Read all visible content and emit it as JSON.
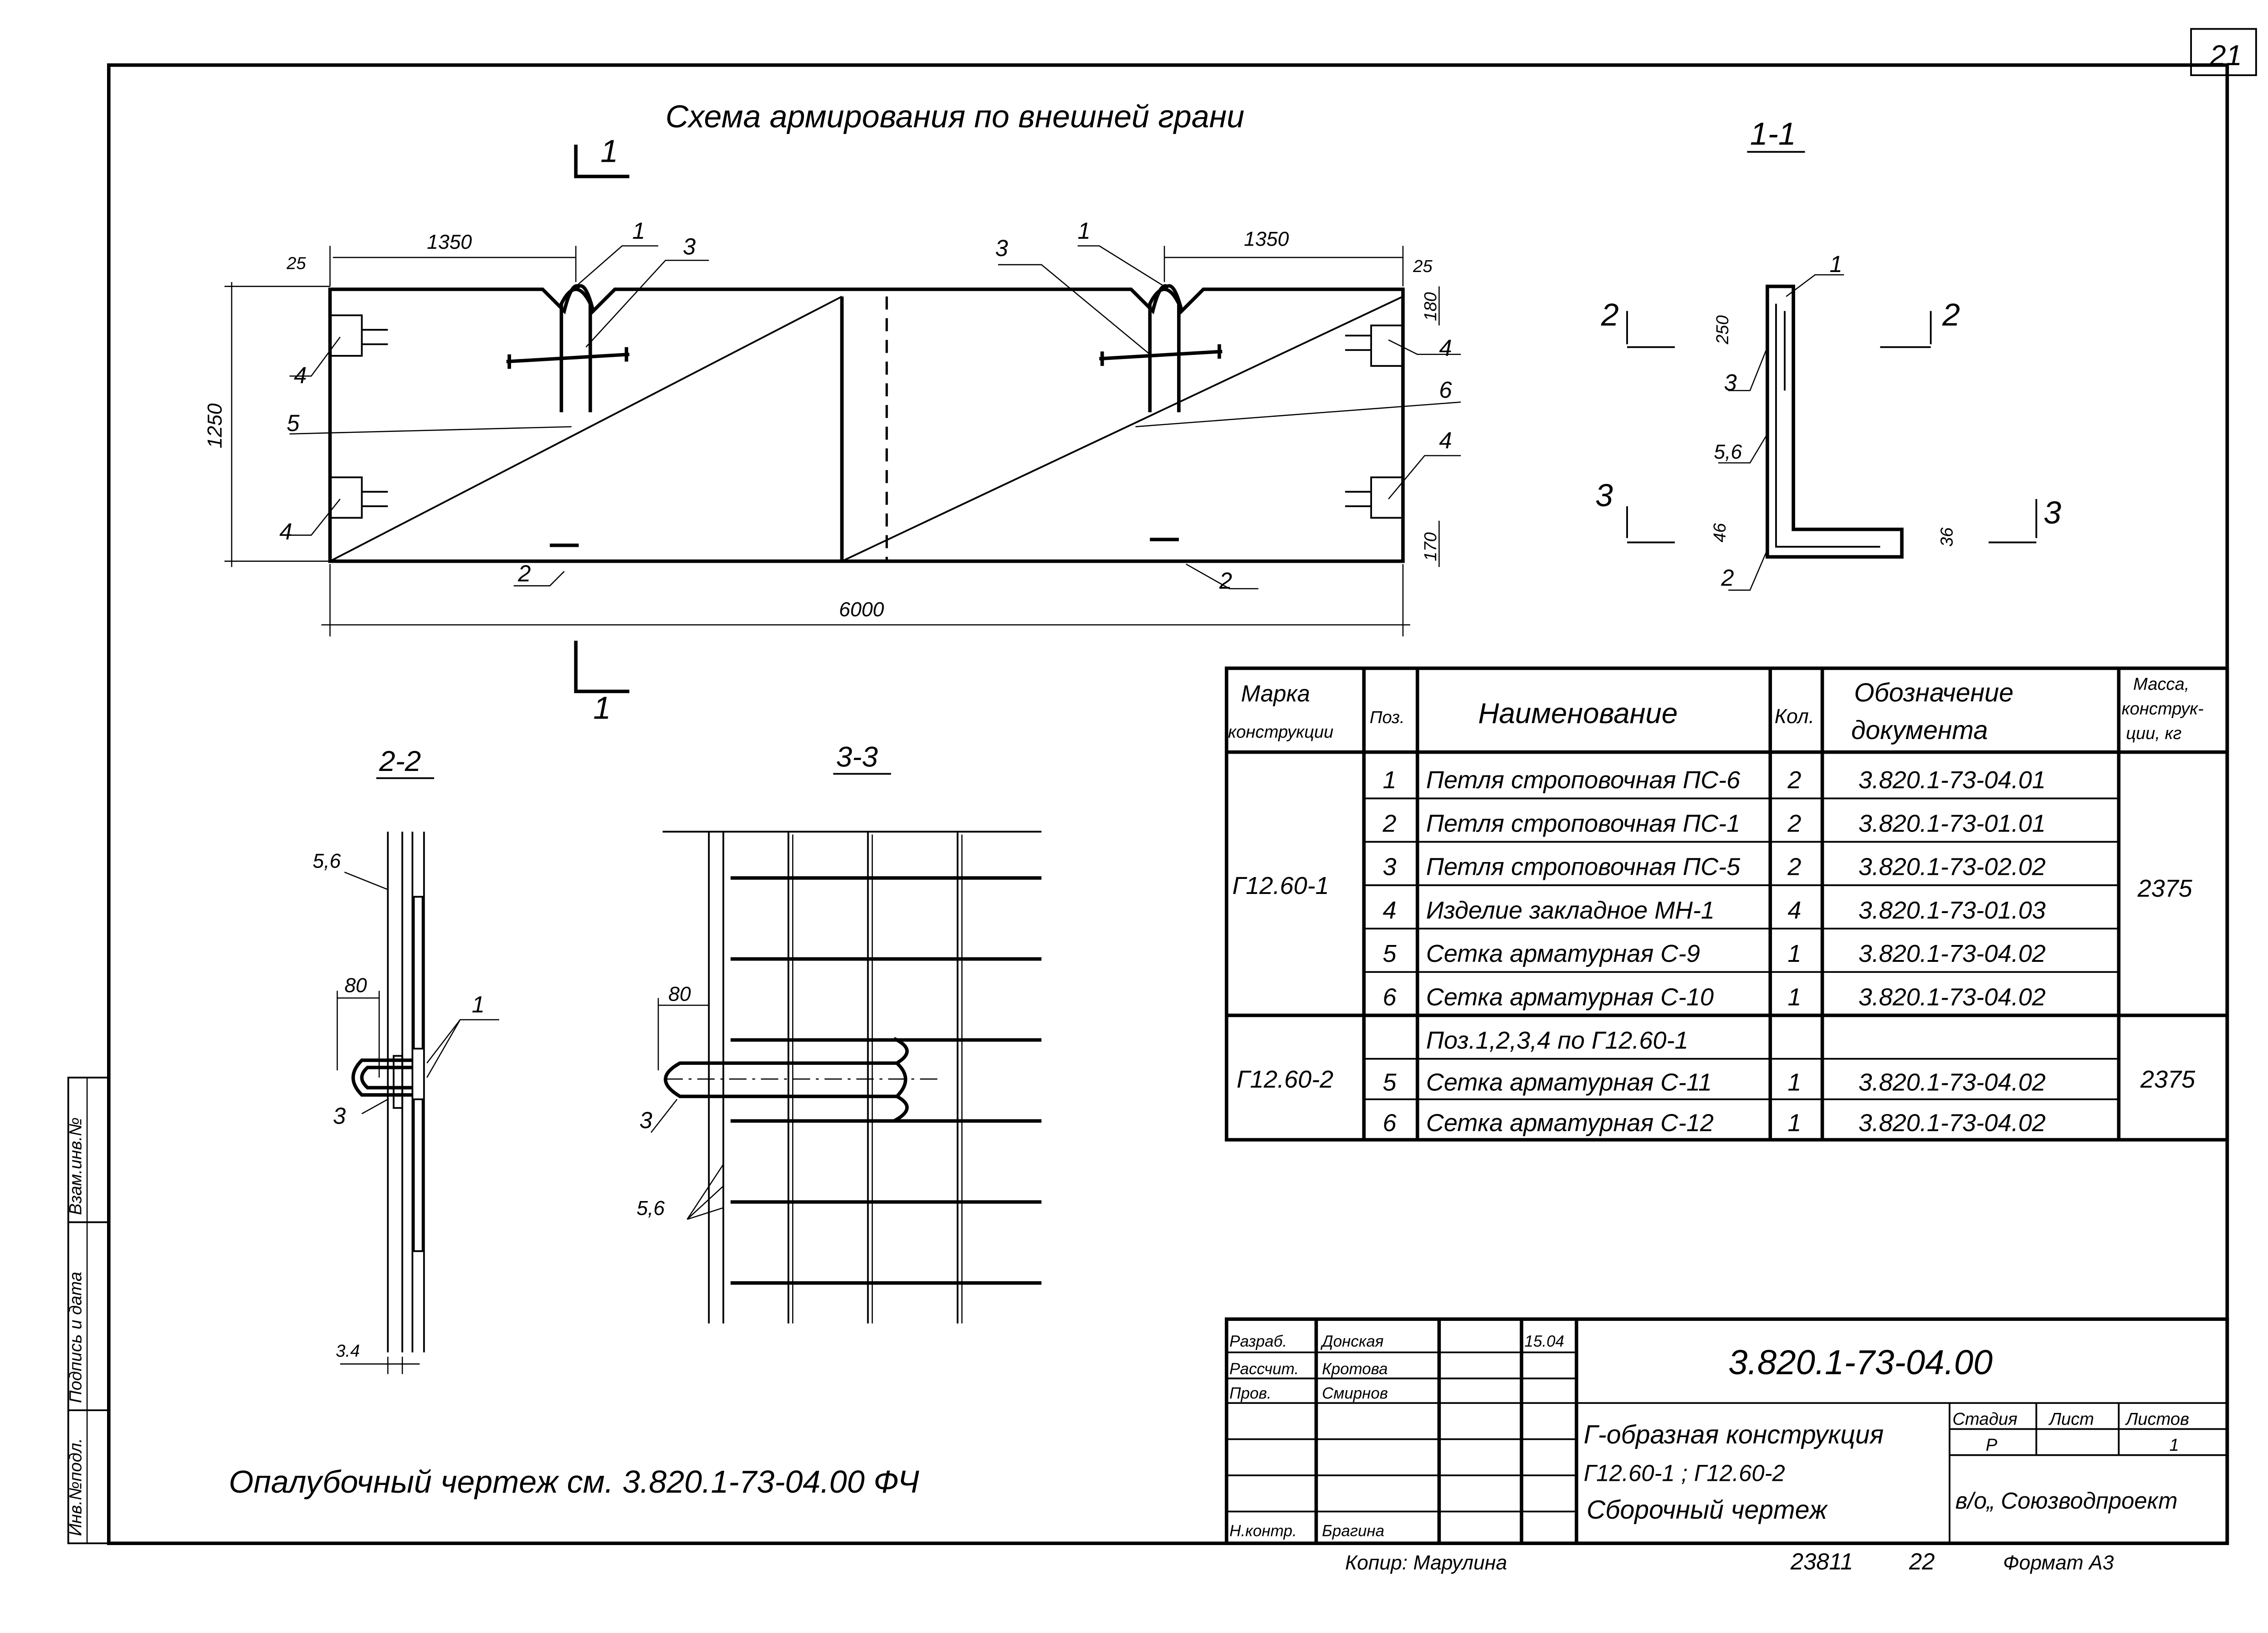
{
  "sheet_number": "21",
  "main_title": "Схема армирования по внешней грани",
  "elevation": {
    "dims": {
      "total_length": "6000",
      "height": "1250",
      "loop_offset_left": "1350",
      "loop_offset_right": "1350",
      "edge_left": "25",
      "edge_right": "25",
      "top_insert": "180",
      "bottom_insert": "170"
    },
    "section_mark": "1",
    "callouts": {
      "p1": "1",
      "p2": "2",
      "p3": "3",
      "p4": "4",
      "p5": "5",
      "p6": "6"
    }
  },
  "section_1_1": {
    "title": "1-1",
    "mark2": "2",
    "mark3": "3",
    "dims": {
      "top": "250",
      "bottom_left": "46",
      "bottom_right": "36"
    },
    "callouts": {
      "p1": "1",
      "p3": "3",
      "p56": "5,6",
      "p2": "2"
    }
  },
  "section_2_2": {
    "title": "2-2",
    "labels": {
      "p56": "5,6",
      "dim80": "80",
      "p3": "3",
      "p1": "1",
      "dim34": "3.4"
    }
  },
  "section_3_3": {
    "title": "3-3",
    "labels": {
      "dim80": "80",
      "p3": "3",
      "p56": "5,6"
    }
  },
  "spec_table": {
    "headers": {
      "mark": [
        "Марка",
        "конструкции"
      ],
      "pos": "Поз.",
      "name": "Наименование",
      "qty": "Кол.",
      "doc": [
        "Обозначение",
        "документа"
      ],
      "mass": [
        "Масса,",
        "конструк-",
        "ции, кг"
      ]
    },
    "groups": [
      {
        "mark": "Г12.60-1",
        "mass": "2375",
        "rows": [
          {
            "pos": "1",
            "name": "Петля строповочная ПС-6",
            "qty": "2",
            "doc": "3.820.1-73-04.01"
          },
          {
            "pos": "2",
            "name": "Петля строповочная ПС-1",
            "qty": "2",
            "doc": "3.820.1-73-01.01"
          },
          {
            "pos": "3",
            "name": "Петля строповочная ПС-5",
            "qty": "2",
            "doc": "3.820.1-73-02.02"
          },
          {
            "pos": "4",
            "name": "Изделие закладное МН-1",
            "qty": "4",
            "doc": "3.820.1-73-01.03"
          },
          {
            "pos": "5",
            "name": "Сетка арматурная С-9",
            "qty": "1",
            "doc": "3.820.1-73-04.02"
          },
          {
            "pos": "6",
            "name": "Сетка арматурная С-10",
            "qty": "1",
            "doc": "3.820.1-73-04.02"
          }
        ]
      },
      {
        "mark": "Г12.60-2",
        "mass": "2375",
        "rows": [
          {
            "pos": "",
            "name": "Поз.1,2,3,4 по Г12.60-1",
            "qty": "",
            "doc": ""
          },
          {
            "pos": "5",
            "name": "Сетка арматурная С-11",
            "qty": "1",
            "doc": "3.820.1-73-04.02"
          },
          {
            "pos": "6",
            "name": "Сетка арматурная С-12",
            "qty": "1",
            "doc": "3.820.1-73-04.02"
          }
        ]
      }
    ]
  },
  "formwork_note": "Опалубочный чертеж см. 3.820.1-73-04.00 ФЧ",
  "title_block": {
    "code": "3.820.1-73-04.00",
    "roles": [
      {
        "role": "Разраб.",
        "name": "Донская",
        "date": "15.04"
      },
      {
        "role": "Рассчит.",
        "name": "Кротова",
        "date": ""
      },
      {
        "role": "Пров.",
        "name": "Смирнов",
        "date": ""
      },
      {
        "role": "Н.контр.",
        "name": "Брагина",
        "date": ""
      }
    ],
    "title_lines": [
      "Г-образная конструкция",
      "Г12.60-1 ; Г12.60-2",
      "Сборочный чертеж"
    ],
    "stage_label": "Стадия",
    "sheet_label": "Лист",
    "sheets_label": "Листов",
    "stage": "Р",
    "sheet": "",
    "sheets": "1",
    "organization": "в/о„ Союзводпроект"
  },
  "footer": {
    "copier": "Копир: Марулина",
    "order": "23811",
    "page": "22",
    "format": "Формат А3"
  },
  "side_stamp": {
    "inv_orig": "Инв.№подл.",
    "sign_date": "Подпись и дата",
    "replace_inv": "Взам.инв.№"
  }
}
